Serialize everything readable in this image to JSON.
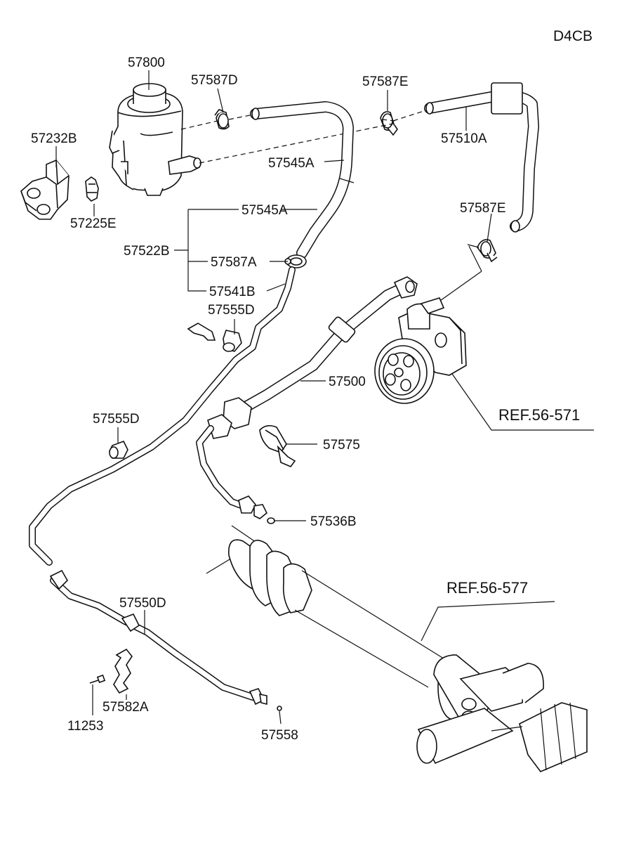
{
  "diagram": {
    "engine_code": "D4CB",
    "labels": {
      "reservoir": "57800",
      "clamp_top": "57587D",
      "clamp_top_right": "57587E",
      "bracket": "57232B",
      "grommet": "57225E",
      "suction_hose_upper": "57545A",
      "return_hose_right": "57510A",
      "suction_hose_mid": "57545A",
      "clamp_pump": "57587E",
      "hose_assy": "57522B",
      "clamp_hose": "57587A",
      "return_tube": "57541B",
      "grommet_upper": "57555D",
      "pressure_hose": "57500",
      "grommet_lower": "57555D",
      "bracket_clip": "57575",
      "o_ring": "57536B",
      "cooler_tube": "57550D",
      "clip_bracket": "57582A",
      "bolt": "11253",
      "o_ring_small": "57558"
    },
    "refs": {
      "pump": "REF.56-571",
      "gear_box": "REF.56-577"
    }
  }
}
